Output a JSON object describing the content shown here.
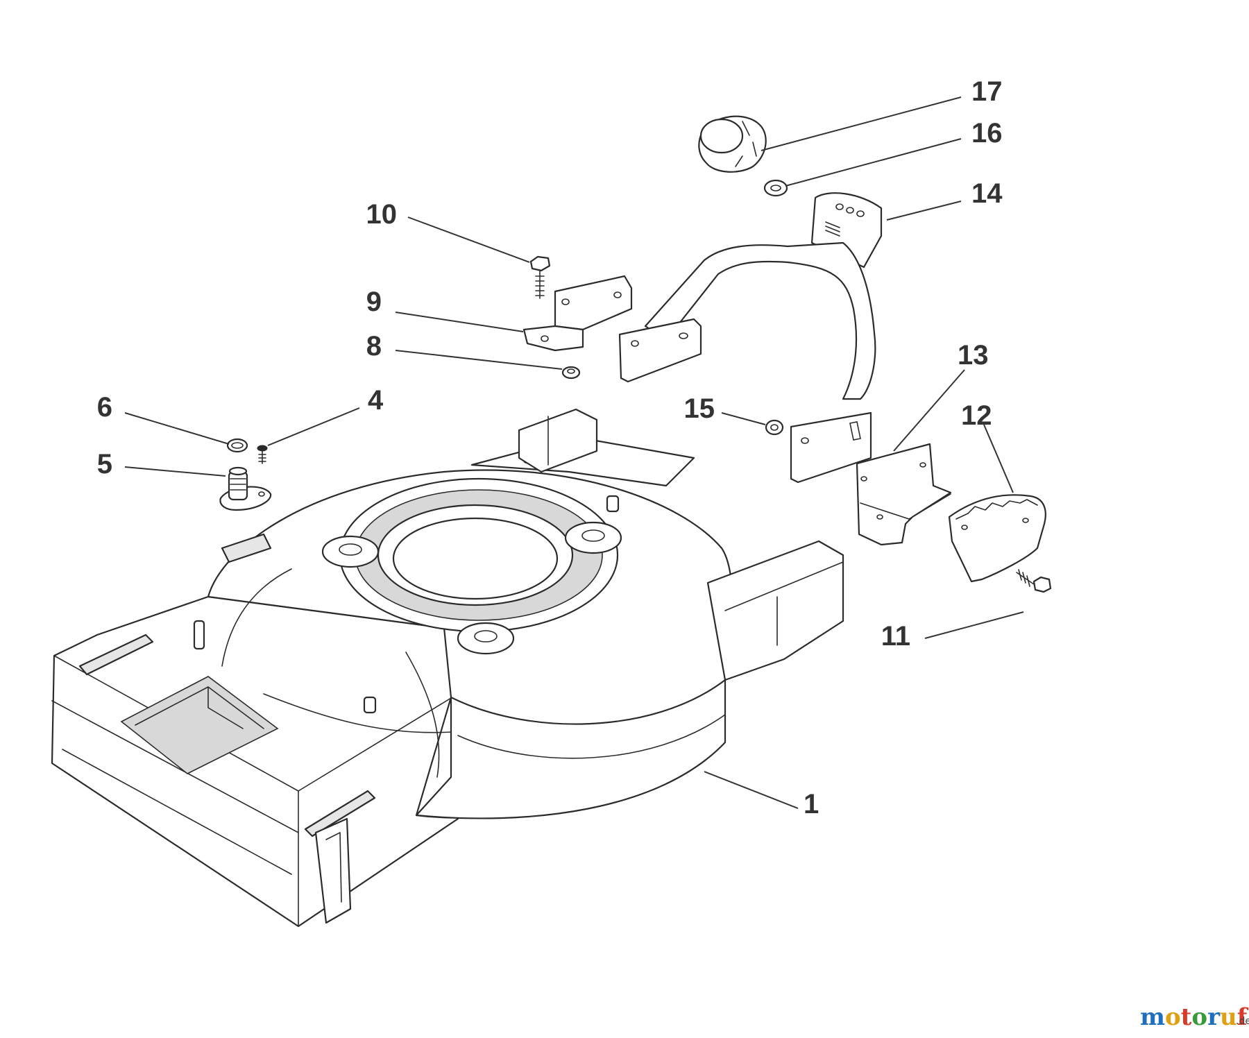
{
  "callouts": [
    "17",
    "16",
    "14",
    "10",
    "9",
    "8",
    "6",
    "4",
    "5",
    "15",
    "13",
    "12",
    "11",
    "1"
  ],
  "watermark": {
    "letters": [
      "m",
      "o",
      "t",
      "o",
      "r",
      "u",
      "f"
    ],
    "suffix": ".de",
    "colors": [
      "#1f6fbf",
      "#e0a010",
      "#d93a2a",
      "#3a9a3a",
      "#1f6fbf",
      "#e0a010",
      "#d93a2a"
    ]
  }
}
